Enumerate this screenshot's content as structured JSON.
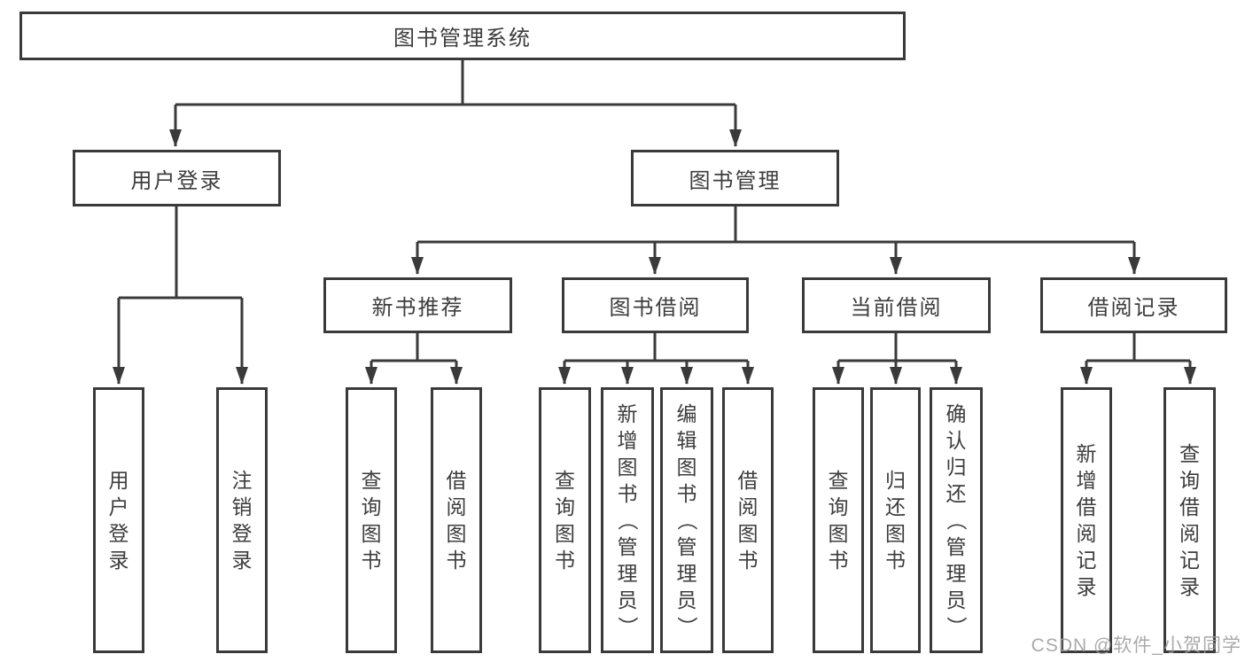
{
  "tree": {
    "label": "图书管理系统",
    "children": [
      {
        "label": "用户登录",
        "children": [
          {
            "label": "用户登录"
          },
          {
            "label": "注销登录"
          }
        ]
      },
      {
        "label": "图书管理",
        "children": [
          {
            "label": "新书推荐",
            "children": [
              {
                "label": "查询图书"
              },
              {
                "label": "借阅图书"
              }
            ]
          },
          {
            "label": "图书借阅",
            "children": [
              {
                "label": "查询图书"
              },
              {
                "label": "新增图书（管理员）"
              },
              {
                "label": "编辑图书（管理员）"
              },
              {
                "label": "借阅图书"
              }
            ]
          },
          {
            "label": "当前借阅",
            "children": [
              {
                "label": "查询图书"
              },
              {
                "label": "归还图书"
              },
              {
                "label": "确认归还（管理员）"
              }
            ]
          },
          {
            "label": "借阅记录",
            "children": [
              {
                "label": "新增借阅记录"
              },
              {
                "label": "查询借阅记录"
              }
            ]
          }
        ]
      }
    ]
  },
  "watermark": {
    "text": "CSDN @软件_小贺同学"
  },
  "colors": {
    "line": "#3a3a3a",
    "text": "#3d3d3d",
    "background": "#ffffff",
    "watermark": "#9c9c9c"
  }
}
